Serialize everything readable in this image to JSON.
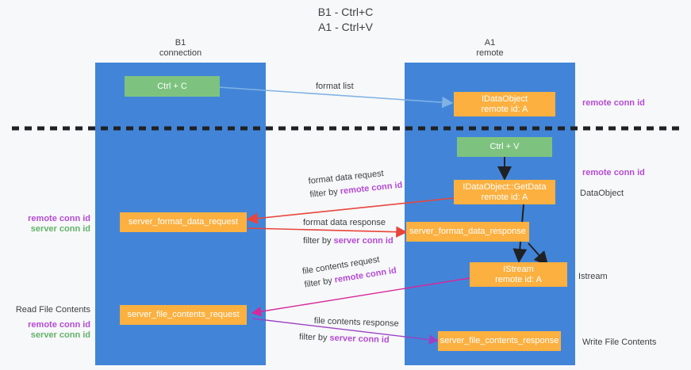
{
  "title": "B1 - Ctrl+C\nA1 - Ctrl+V",
  "lanes": [
    {
      "id": "b1",
      "header": "B1\nconnection"
    },
    {
      "id": "a1",
      "header": "A1\nremote"
    }
  ],
  "boxes": [
    {
      "id": "ctrl-c",
      "label": "Ctrl + C",
      "color": "#7dc37f"
    },
    {
      "id": "idataobject-top",
      "label": "IDataObject\nremote id: A",
      "color": "#fbb040"
    },
    {
      "id": "ctrl-v",
      "label": "Ctrl + V",
      "color": "#7dc37f"
    },
    {
      "id": "idataobject-getdata",
      "label": "IDataObject::GetData\nremote id: A",
      "color": "#fbb040"
    },
    {
      "id": "server-format-data-request",
      "label": "server_format_data_request",
      "color": "#fbb040"
    },
    {
      "id": "server-format-data-response",
      "label": "server_format_data_response",
      "color": "#fbb040"
    },
    {
      "id": "istream",
      "label": "IStream\nremote id: A",
      "color": "#fbb040"
    },
    {
      "id": "server-file-contents-request",
      "label": "server_file_contents_request",
      "color": "#fbb040"
    },
    {
      "id": "server-file-contents-response",
      "label": "server_file_contents_response",
      "color": "#fbb040"
    }
  ],
  "edge_labels": {
    "format_list": "format list",
    "format_data_request": "format data request",
    "format_data_request_filter_prefix": "filter by ",
    "format_data_request_filter_key": "remote conn id",
    "format_data_response": "format data response",
    "format_data_response_filter_prefix": "filter by ",
    "format_data_response_filter_key": "server conn id",
    "file_contents_request": "file contents request",
    "file_contents_request_filter_prefix": "filter by ",
    "file_contents_request_filter_key": "remote conn id",
    "file_contents_response": "file contents response",
    "file_contents_response_filter_prefix": "filter by ",
    "file_contents_response_filter_key": "server conn id"
  },
  "annotations": {
    "left_mid_remote": "remote conn id",
    "left_mid_server": "server conn id",
    "read_file_contents": "Read File Contents",
    "left_low_remote": "remote conn id",
    "left_low_server": "server conn id",
    "right_top_remote": "remote conn id",
    "right_mid_remote": "remote conn id",
    "right_dataobject": "DataObject",
    "right_istream": "Istream",
    "right_write_file_contents": "Write File Contents"
  },
  "colors": {
    "lane": "#4285d8",
    "green_box": "#7dc37f",
    "orange_box": "#fbb040",
    "purple_text": "#b44bd4",
    "green_text": "#63b36a",
    "blue_arrow": "#7fb2e5",
    "red_arrow": "#e8453c",
    "magenta_arrow": "#d6289b",
    "purple_arrow": "#9b42c4",
    "black_arrow": "#202124",
    "divider": "#202124",
    "background": "#f7f8f9"
  }
}
